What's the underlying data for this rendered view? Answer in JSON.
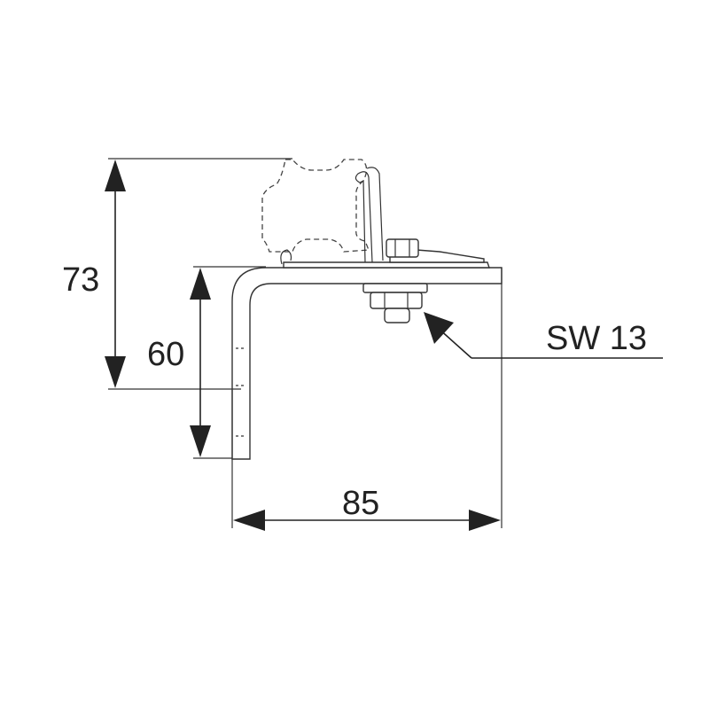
{
  "drawing": {
    "dimensions": {
      "overall_height": "73",
      "inner_height": "60",
      "width": "85",
      "wrench_size": "SW 13"
    },
    "colors": {
      "line": "#222222",
      "part_fill": "#ffffff"
    }
  }
}
